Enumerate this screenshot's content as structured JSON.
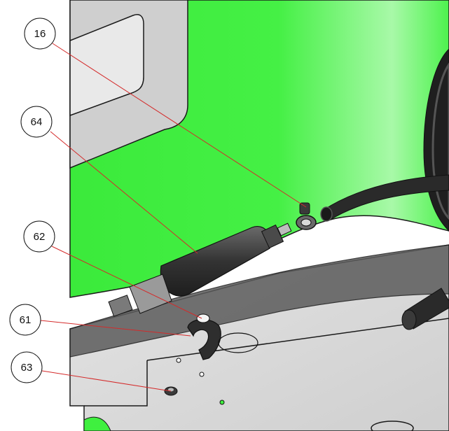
{
  "colors": {
    "housing_green": "#3ff03f",
    "housing_green_light": "#8cf78c",
    "leader_red": "#d42a2a",
    "part_dark": "#3a3a3a",
    "plate_gray": "#dcdcdc"
  },
  "callouts": [
    {
      "id": "c16",
      "label": "16"
    },
    {
      "id": "c64",
      "label": "64"
    },
    {
      "id": "c62",
      "label": "62"
    },
    {
      "id": "c61",
      "label": "61"
    },
    {
      "id": "c63",
      "label": "63"
    }
  ]
}
